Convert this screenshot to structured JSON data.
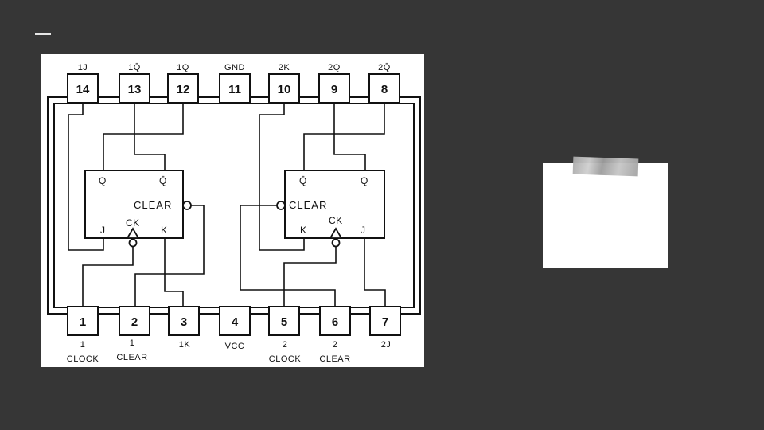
{
  "pins_top": [
    {
      "num": "14",
      "label": "1J"
    },
    {
      "num": "13",
      "label": "1Q̄"
    },
    {
      "num": "12",
      "label": "1Q"
    },
    {
      "num": "11",
      "label": "GND"
    },
    {
      "num": "10",
      "label": "2K"
    },
    {
      "num": "9",
      "label": "2Q"
    },
    {
      "num": "8",
      "label": "2Q̄"
    }
  ],
  "pins_bottom": [
    {
      "num": "1",
      "label1": "1",
      "label2": "CLOCK"
    },
    {
      "num": "2",
      "label1": "1",
      "label2": "CLEAR"
    },
    {
      "num": "3",
      "label1": "1K",
      "label2": ""
    },
    {
      "num": "4",
      "label1": "VCC",
      "label2": ""
    },
    {
      "num": "5",
      "label1": "2",
      "label2": "CLOCK"
    },
    {
      "num": "6",
      "label1": "2",
      "label2": "CLEAR"
    },
    {
      "num": "7",
      "label1": "2J",
      "label2": ""
    }
  ],
  "flipflop1": {
    "q": "Q",
    "qbar": "Q̄",
    "clear": "CLEAR",
    "ck": "CK",
    "j": "J",
    "k": "K"
  },
  "flipflop2": {
    "q": "Q",
    "qbar": "Q̄",
    "clear": "CLEAR",
    "ck": "CK",
    "j": "J",
    "k": "K"
  }
}
